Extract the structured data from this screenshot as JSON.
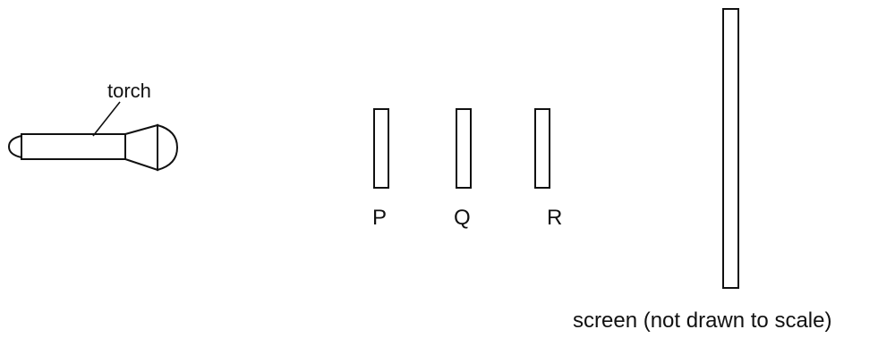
{
  "labels": {
    "torch": "torch",
    "card_p": "P",
    "card_q": "Q",
    "card_r": "R",
    "screen": "screen (not drawn to scale)"
  },
  "colors": {
    "ink": "#111111",
    "background": "#ffffff"
  }
}
